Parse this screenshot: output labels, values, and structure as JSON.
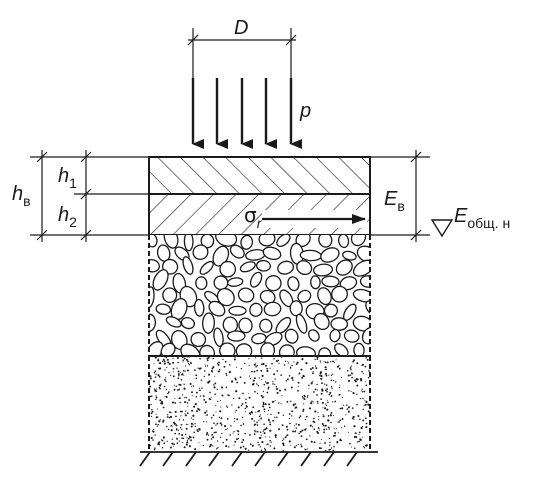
{
  "labels": {
    "load_width": "D",
    "load_pressure": "p",
    "total_thickness": {
      "main": "h",
      "sub": "в"
    },
    "layer1_thickness": {
      "main": "h",
      "sub": "1"
    },
    "layer2_thickness": {
      "main": "h",
      "sub": "2"
    },
    "layer_modulus": {
      "main": "E",
      "sub": "в"
    },
    "base_modulus": {
      "main": "E",
      "sub": "общ. н"
    },
    "radial_stress": {
      "main": "σ",
      "sub": "r"
    }
  },
  "colors": {
    "line": "#1a1a1a",
    "background": "#ffffff"
  },
  "layers": [
    {
      "name": "upper-layer",
      "fill": "diagonal-hatch"
    },
    {
      "name": "lower-layer",
      "fill": "cross-diagonal-hatch"
    },
    {
      "name": "gravel-base",
      "fill": "pebbles"
    },
    {
      "name": "sand-subgrade",
      "fill": "speckle"
    }
  ]
}
